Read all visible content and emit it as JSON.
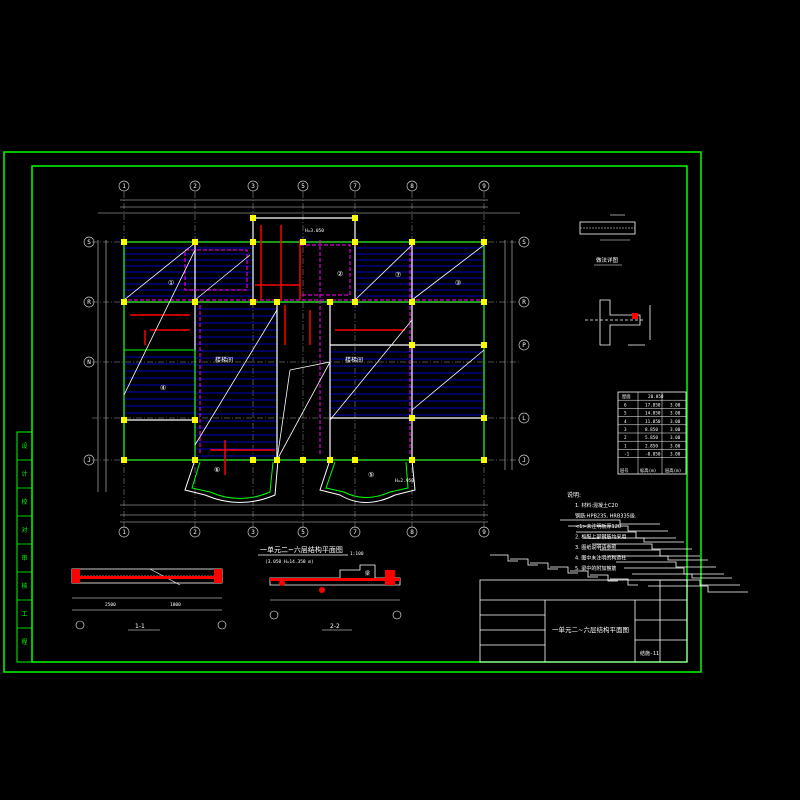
{
  "colors": {
    "background": "#000000",
    "frame": "#00ff00",
    "column": "#ffff00",
    "wall": "#ffffff",
    "beam": "#ff0000",
    "slab": "#0000ff",
    "axis": "#cccccc",
    "dim": "#00ffff",
    "magenta": "#ff00ff"
  },
  "axes": {
    "top": [
      "1",
      "2",
      "3",
      "5",
      "7",
      "8",
      "9"
    ],
    "left": [
      "S",
      "R",
      "N",
      "J"
    ],
    "right": [
      "S",
      "R",
      "P",
      "L",
      "J"
    ]
  },
  "plan": {
    "title": "一单元二~六层结构平面图",
    "subtitle": "(3.050 H=14.350 m)",
    "scale": "1:100",
    "rooms": [
      "①",
      "②",
      "③",
      "④",
      "⑤",
      "⑥",
      "⑦"
    ],
    "labels": [
      "楼梯间",
      "楼梯间",
      "H=3.050",
      "H=2.950"
    ]
  },
  "detail_top": {
    "label": "做法详图"
  },
  "table": {
    "header": [
      "层号",
      "标高(m)",
      "层高(m)"
    ],
    "top": "屋面",
    "top_value": "20.850",
    "rows": [
      [
        "6",
        "17.850",
        "3.00"
      ],
      [
        "5",
        "14.850",
        "3.00"
      ],
      [
        "4",
        "11.850",
        "3.00"
      ],
      [
        "3",
        "8.850",
        "3.00"
      ],
      [
        "2",
        "5.850",
        "3.00"
      ],
      [
        "1",
        "2.850",
        "3.00"
      ],
      [
        "-1",
        "-0.050",
        "3.00"
      ]
    ]
  },
  "notes": {
    "heading": "说明:",
    "lines": [
      "1. 材料:混凝土C20",
      "   钢筋:HPB235, HRB335级.",
      "   <1>未注明板厚120",
      "2. 板配上部钢筋均采用",
      "3. 图纸说明请参照",
      "4. 图中未注明的构造柱",
      "5. 梁中的附加箍筋"
    ]
  },
  "section_1": {
    "title": "1-1",
    "dims": [
      "2500",
      "1800"
    ]
  },
  "section_2": {
    "title": "2-2",
    "label": "梁"
  },
  "title_block": {
    "drawing_name": "一单元二~六层结构平面图",
    "number": "结施-11"
  },
  "side_strip": {
    "cells": [
      "设",
      "计",
      "校",
      "对",
      "审",
      "核",
      "工",
      "程"
    ]
  }
}
